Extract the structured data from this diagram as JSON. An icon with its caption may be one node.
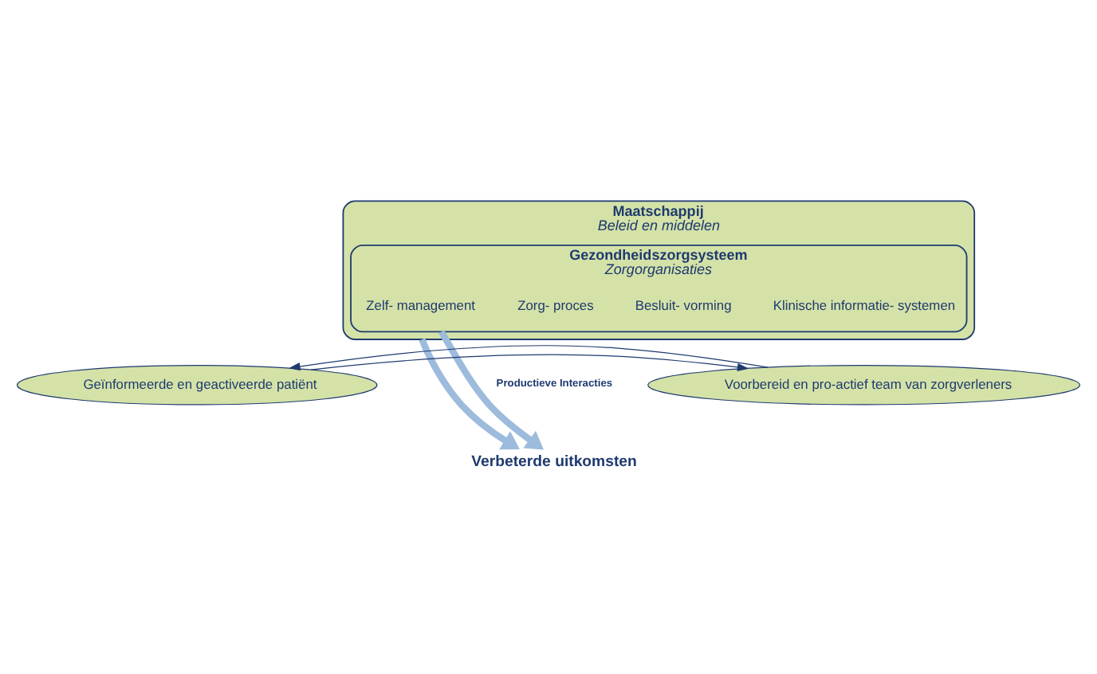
{
  "diagram": {
    "nodes": [
      {
        "text": [
          "Maatschappij",
          "Beleid en middelen"
        ]
      },
      {
        "text": [
          "Gezondheidszorgsysteem",
          "Zorgorganisaties"
        ],
        "in": 0
      },
      {
        "text": [
          "Zelf- management"
        ],
        "in": 1
      },
      {
        "text": [
          "Zorg- proces"
        ],
        "in": 1
      },
      {
        "text": [
          "Besluit- vorming"
        ],
        "in": 1
      },
      {
        "text": [
          "Klinische informatie- systemen"
        ],
        "in": 1
      },
      {
        "text": [
          "Geïnformeerde en geactiveerde patiënt"
        ]
      },
      {
        "text": [
          "Voorbereid en pro-actief team van zorgverleners"
        ]
      },
      {
        "text": [
          "Verbeterde uitkomsten"
        ]
      }
    ],
    "edges": [
      {
        "from": 0,
        "to": 8,
        "arrow": "to",
        "style": "thick",
        "color": "#9dbbdc"
      },
      {
        "from": 1,
        "to": 8,
        "arrow": "to",
        "style": "thick",
        "color": "#9dbbdc"
      },
      {
        "from": 6,
        "to": 7,
        "arrow": "to",
        "color": "#1f3a6e"
      },
      {
        "from": 7,
        "to": 6,
        "arrow": "to",
        "color": "#1f3a6e"
      }
    ],
    "labels": [
      "Productieve Interacties"
    ]
  }
}
